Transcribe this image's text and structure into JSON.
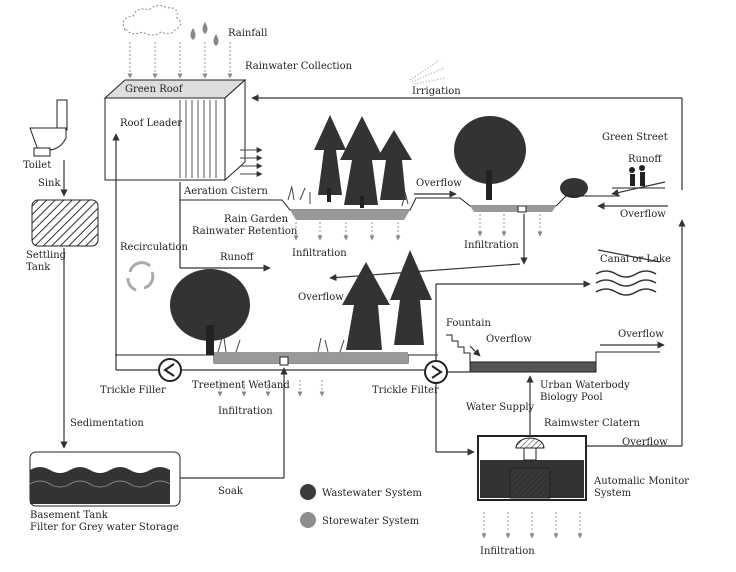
{
  "labels": {
    "rainfall": "Rainfall",
    "rainwater_collection": "Rainwater Collection",
    "irrigation": "Irrigation",
    "green_roof": "Green Roof",
    "roof_leader": "Roof Leader",
    "toilet": "Toilet",
    "sink": "Sink",
    "settling_tank_1": "Settling",
    "settling_tank_2": "Tank",
    "green_street": "Green Street",
    "runoff_street": "Runoff",
    "aeration_cistern": "Aeration Cistern",
    "overflow_top": "Overflow",
    "overflow_street": "Overflow",
    "rain_garden_1": "Rain Garden",
    "rain_garden_2": "Rainwater Retention",
    "infiltration_garden": "Infiltration",
    "infiltration_street": "Infiltration",
    "recirculation": "Recirculation",
    "runoff_mid": "Runoff",
    "canal_or_lake": "Canal or Lake",
    "overflow_mid": "Overflow",
    "fountain": "Fountain",
    "overflow_pool": "Overflow",
    "overflow_right": "Overflow",
    "trickle_filler": "Trickle Filler",
    "treetment_wetland": "Treetment Wetland",
    "trickle_filter": "Trickle Filter",
    "infiltration_wetland": "Infiltration",
    "urban_waterbody_1": "Urban Waterbody",
    "urban_waterbody_2": "Biology Pool",
    "water_supply": "Water Supply",
    "rainwater_cistern": "Raimwster Clatern",
    "overflow_cistern": "Overflow",
    "sedimentation": "Sedimentation",
    "soak": "Soak",
    "automatic_monitor_1": "Automalic Monitor",
    "automatic_monitor_2": "System",
    "basement_tank_1": "Basement Tank",
    "basement_tank_2": "Filter for Grey water Storage",
    "infiltration_bottom": "Infiltration"
  },
  "legend": [
    {
      "label": "Wastewater System",
      "color": "#3a3a3a"
    },
    {
      "label": "Storewater System",
      "color": "#8c8c8c"
    }
  ]
}
